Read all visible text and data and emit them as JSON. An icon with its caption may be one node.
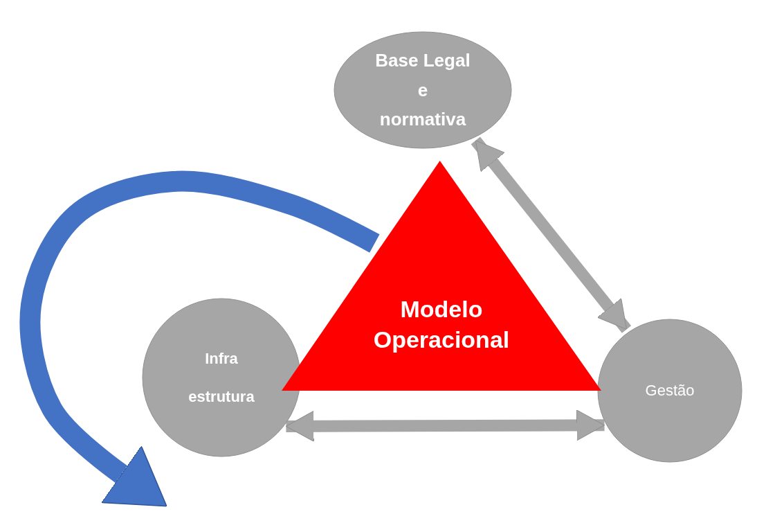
{
  "diagram": {
    "nodes": [
      {
        "text": [
          "Base Legal e normativa"
        ]
      },
      {
        "text": [
          "Modelo Operacional"
        ]
      },
      {
        "text": [
          "Infra estrutura"
        ]
      },
      {
        "text": [
          "Gestão"
        ]
      }
    ],
    "edges": [
      {
        "from": 0,
        "to": 3,
        "arrow": "both"
      },
      {
        "from": 2,
        "to": 3,
        "arrow": "both"
      },
      {
        "from": 1,
        "to": 2,
        "arrow": "to",
        "color": "#4472c4"
      }
    ]
  }
}
